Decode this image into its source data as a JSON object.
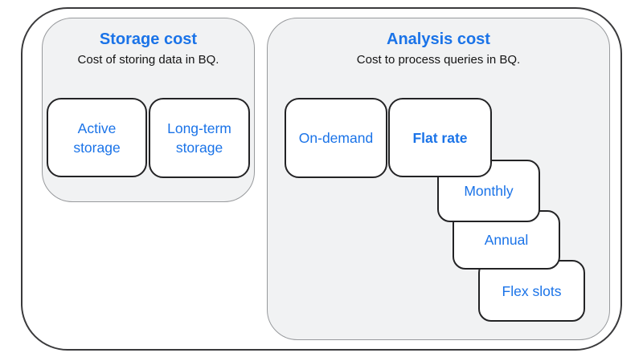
{
  "diagram": {
    "topic": "BigQuery cost structure"
  },
  "colors": {
    "accent_blue": "#1a73e8",
    "panel_background": "#f1f2f3",
    "panel_border": "#97999c",
    "node_border": "#232325",
    "outer_border": "#3a3a3c",
    "background": "#ffffff"
  },
  "storage": {
    "title": "Storage cost",
    "subtitle": "Cost of storing data in BQ.",
    "boxes": [
      {
        "label": "Active storage"
      },
      {
        "label": "Long-term storage"
      }
    ]
  },
  "analysis": {
    "title": "Analysis cost",
    "subtitle": "Cost to process queries in BQ.",
    "boxes": [
      {
        "label": "On-demand"
      },
      {
        "label": "Flat rate",
        "bold": true
      },
      {
        "label": "Monthly"
      },
      {
        "label": "Annual"
      },
      {
        "label": "Flex slots"
      }
    ]
  }
}
